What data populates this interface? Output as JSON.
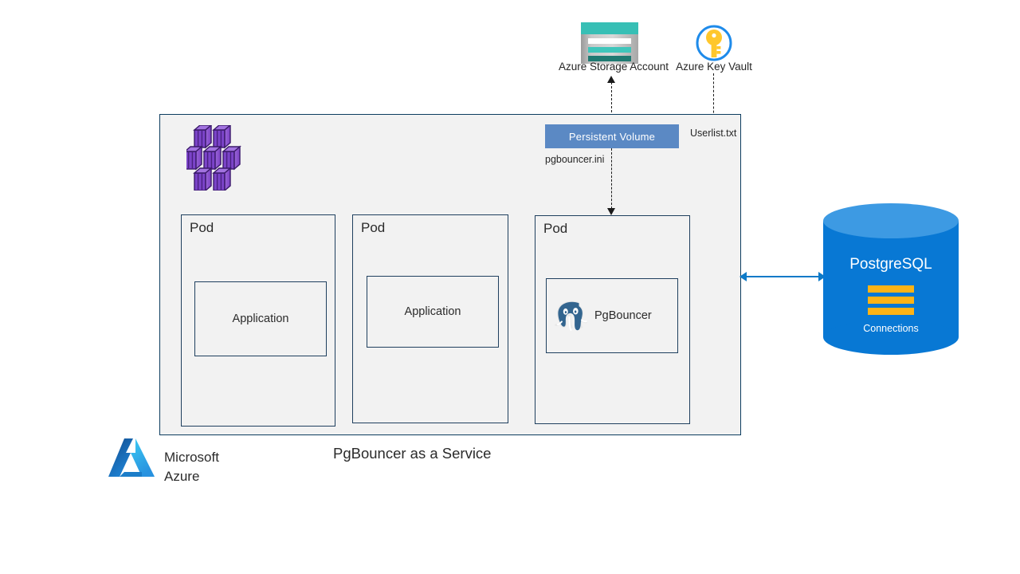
{
  "diagram": {
    "caption": "PgBouncer as a Service",
    "brand": {
      "line1": "Microsoft",
      "line2": "Azure",
      "logo_icon": "azure-logo-icon",
      "colors": {
        "dark": "#0f6cbd",
        "light": "#34a6e8"
      }
    },
    "colors": {
      "container_fill": "#f2f2f2",
      "container_border": "#0c3c5f",
      "pod_border": "#1f3f5e",
      "persistent_volume_fill": "#5b89c4",
      "postgres_blue": "#0878d4",
      "postgres_top": "#3d9ae3",
      "connection_bar": "#fcb316",
      "arrow_blue": "#0d7ac8",
      "aks_purple": "#8661c5",
      "storage_teal": "#37bfb5",
      "keyvault_gold": "#ffc72c"
    }
  },
  "cloud_services": [
    {
      "id": "azure-storage-account",
      "label": "Azure Storage Account",
      "icon": "storage-account-icon"
    },
    {
      "id": "azure-key-vault",
      "label": "Azure Key Vault",
      "icon": "key-vault-icon"
    }
  ],
  "aks": {
    "icon": "kubernetes-service-icon",
    "persistent_volume": {
      "label": "Persistent Volume",
      "files": [
        {
          "name": "pgbouncer.ini"
        },
        {
          "name": "Userlist.txt"
        }
      ]
    },
    "pods": [
      {
        "title": "Pod",
        "component": "Application",
        "icon": null
      },
      {
        "title": "Pod",
        "component": "Application",
        "icon": null
      },
      {
        "title": "Pod",
        "component": "PgBouncer",
        "icon": "postgresql-elephant-icon"
      }
    ]
  },
  "database": {
    "name": "PostgreSQL",
    "caption": "Connections",
    "icon": "database-cylinder-icon",
    "bars": 3
  },
  "connectors": [
    {
      "id": "pv-to-storage",
      "style": "dashed",
      "direction": "up",
      "from": "Persistent Volume",
      "to": "Azure Storage Account"
    },
    {
      "id": "pv-to-pgbouncer-pod",
      "style": "dashed",
      "direction": "down",
      "from": "Persistent Volume",
      "to": "Pod"
    },
    {
      "id": "keyvault-to-userlist",
      "style": "dashed",
      "direction": "none",
      "from": "Azure Key Vault",
      "to": "Userlist.txt"
    },
    {
      "id": "aks-to-postgres",
      "style": "solid",
      "direction": "both",
      "from": "PgBouncer as a Service",
      "to": "PostgreSQL"
    }
  ]
}
